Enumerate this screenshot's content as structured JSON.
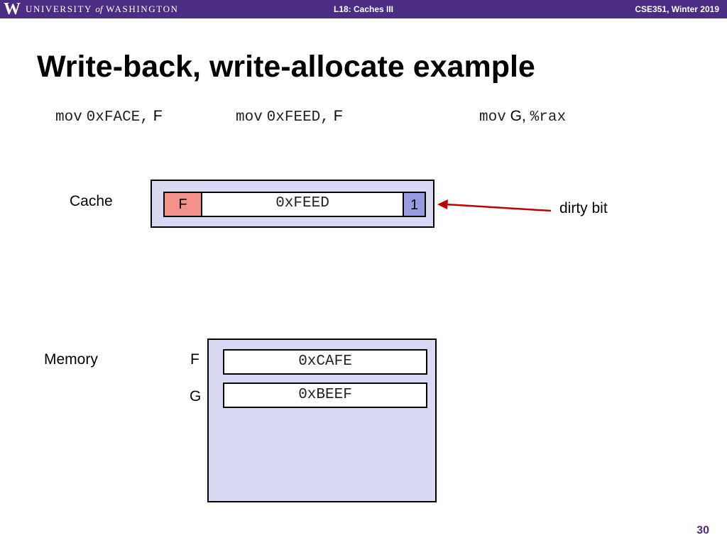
{
  "header": {
    "logo_letter": "W",
    "logo_university": "UNIVERSITY",
    "logo_of": "of",
    "logo_washington": "WASHINGTON",
    "lecture": "L18: Caches III",
    "course": "CSE351, Winter 2019",
    "bar_color": "#4b2e83"
  },
  "title": "Write-back, write-allocate example",
  "instructions": [
    {
      "op": "mov",
      "src": "0xFACE,",
      "dst": "F"
    },
    {
      "op": "mov",
      "src": "0xFEED,",
      "dst": "F"
    },
    {
      "op": "mov",
      "src": "G,",
      "dst": "%rax"
    }
  ],
  "cache": {
    "label": "Cache",
    "tag": "F",
    "data": "0xFEED",
    "dirty": "1",
    "dirty_label": "dirty bit",
    "colors": {
      "tag": "#f4908a",
      "dirty": "#9999e0",
      "box": "#d9d9f3",
      "arrow": "#c00000"
    }
  },
  "memory": {
    "label": "Memory",
    "rows": [
      {
        "addr": "F",
        "value": "0xCAFE"
      },
      {
        "addr": "G",
        "value": "0xBEEF"
      }
    ]
  },
  "page_number": "30"
}
